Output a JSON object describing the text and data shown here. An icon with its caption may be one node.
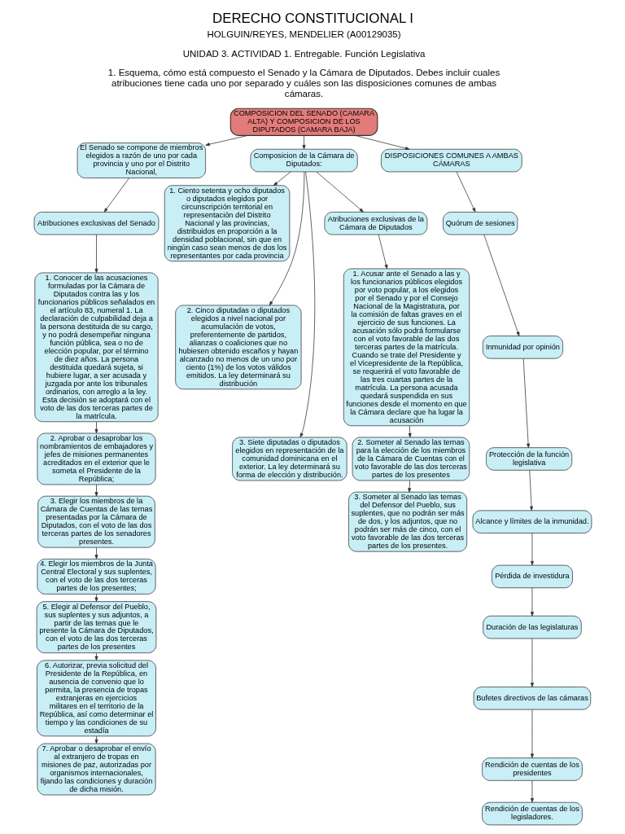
{
  "diagram": {
    "title": "DERECHO CONSTITUCIONAL I",
    "nodes": [
      {
        "text": [
          "COMPOSICION DEL SENADO (CAMARA ALTA) Y COMPOSICION DE LOS DIPUTADOS (CAMARA BAJA)"
        ]
      },
      {
        "text": [
          "El Senado se compone de miembros elegidos a razón de uno por cada provincia y uno por el Distrito Nacional,"
        ]
      },
      {
        "text": [
          "Atribuciones exclusivas del Senado"
        ]
      },
      {
        "text": [
          "1. Conocer de las acusaciones formuladas por la Cámara de Diputados contra las y los funcionarios públicos señalados en el artículo 83, numeral 1. La declaración de culpabilidad deja a la persona destituida de su cargo, y no podrá desempeñar ninguna función pública, sea o no de elección popular, por el término de diez años. La persona destituida quedará sujeta, si hubiere lugar, a ser acusada y juzgada por ante los tribunales ordinarios, con arreglo a la ley. Esta decisión se adoptará con el voto de las dos terceras partes de la matrícula."
        ]
      },
      {
        "text": [
          "2. Aprobar o desaprobar los nombramientos de embajadores y jefes de misiones permanentes acreditados en el exterior que le someta el Presidente de la República;"
        ]
      },
      {
        "text": [
          "3. Elegir los miembros de la Cámara de Cuentas de las ternas presentadas por la Cámara de Diputados, con el voto de las dos terceras partes de los senadores presentes."
        ]
      },
      {
        "text": [
          "4. Elegir los miembros de la Junta Central Electoral y sus suplentes, con el voto de las dos terceras partes de los presentes;"
        ]
      },
      {
        "text": [
          "5. Elegir al Defensor del Pueblo, sus suplentes y sus adjuntos, a partir de las ternas que le presente la Cámara de Diputados, con el voto de las dos terceras partes de los presentes"
        ]
      },
      {
        "text": [
          "6. Autorizar, previa solicitud del Presidente de la República, en ausencia de convenio que lo permita, la presencia de tropas extranjeras en ejercicios militares en el territorio de la República, así como determinar el tiempo y las condiciones de su estadía"
        ]
      },
      {
        "text": [
          "7. Aprobar o desaprobar el envío al extranjero de tropas en misiones de paz, autorizadas por organismos internacionales, fijando las condiciones y duración de dicha misión."
        ]
      },
      {
        "text": [
          "Composicion de la Cámara de Diputados:"
        ]
      },
      {
        "text": [
          "1. Ciento setenta y ocho diputados o diputados elegidos por circunscripción territorial en representación del Distrito Nacional y las provincias, distribuidos en proporción a la densidad poblacional, sin que en ningún caso sean menos de dos los representantes por cada provincia"
        ]
      },
      {
        "text": [
          "2. Cinco diputadas o diputados elegidos a nivel nacional por acumulación de votos, preferentemente de partidos, alianzas o coaliciones que no hubiesen obtenido escaños y hayan alcanzado no menos de un uno por ciento (1%) de los votos válidos emitidos. La ley determinará su distribución"
        ]
      },
      {
        "text": [
          "3. Siete diputadas o diputados elegidos en representación de la comunidad dominicana en el exterior. La ley determinará su forma de elección y distribución."
        ]
      },
      {
        "text": [
          "Atribuciones exclusivas de la Cámara de Diputados"
        ]
      },
      {
        "text": [
          "1. Acusar ante el Senado a las y los funcionarios públicos elegidos por voto popular, a los elegidos por el Senado y por el Consejo Nacional de la Magistratura, por la comisión de faltas graves en el ejercicio de sus funciones. La acusación sólo podrá formularse con el voto favorable de las dos terceras partes de la matrícula. Cuando se trate del Presidente y el Vicepresidente de la República, se requerirá el voto favorable de las tres cuartas partes de la matrícula. La persona acusada quedará suspendida en sus funciones desde el momento en que la Cámara declare que ha lugar la acusación"
        ]
      },
      {
        "text": [
          "2. Someter al Senado las ternas para la elección de los miembros de la Cámara de Cuentas con el voto favorable de las dos terceras partes de los presentes"
        ]
      },
      {
        "text": [
          "3. Someter al Senado las ternas del Defensor del Pueblo, sus suplentes, que no podrán ser más de dos, y los adjuntos, que no podrán ser más de cinco, con el voto favorable de las dos terceras partes de los presentes."
        ]
      },
      {
        "text": [
          "DISPOSICIONES COMUNES A AMBAS CÁMARAS"
        ]
      },
      {
        "text": [
          "Quórum de sesiones"
        ]
      },
      {
        "text": [
          "Inmunidad por opinión"
        ]
      },
      {
        "text": [
          "Protección de la función legislativa"
        ]
      },
      {
        "text": [
          "Alcance y límites de la inmunidad."
        ]
      },
      {
        "text": [
          "Pérdida de investidura"
        ]
      },
      {
        "text": [
          "Duración de las legislaturas"
        ]
      },
      {
        "text": [
          "Bufetes directivos de las cámaras"
        ]
      },
      {
        "text": [
          "Rendición de cuentas de los presidentes"
        ]
      },
      {
        "text": [
          "Rendición de cuentas de los legisladores."
        ]
      }
    ],
    "edges": [
      {
        "from": 0,
        "to": 1,
        "arrow": "to"
      },
      {
        "from": 1,
        "to": 2,
        "arrow": "to"
      },
      {
        "from": 2,
        "to": 3,
        "arrow": "to"
      },
      {
        "from": 3,
        "to": 4,
        "arrow": "to"
      },
      {
        "from": 4,
        "to": 5,
        "arrow": "to"
      },
      {
        "from": 5,
        "to": 6,
        "arrow": "to"
      },
      {
        "from": 6,
        "to": 7,
        "arrow": "to"
      },
      {
        "from": 7,
        "to": 8,
        "arrow": "to"
      },
      {
        "from": 8,
        "to": 9,
        "arrow": "to"
      },
      {
        "from": 0,
        "to": 10,
        "arrow": "to"
      },
      {
        "from": 10,
        "to": 11,
        "arrow": "to"
      },
      {
        "from": 10,
        "to": 12,
        "arrow": "to"
      },
      {
        "from": 10,
        "to": 13,
        "arrow": "to"
      },
      {
        "from": 10,
        "to": 14,
        "arrow": "to"
      },
      {
        "from": 14,
        "to": 15,
        "arrow": "to"
      },
      {
        "from": 15,
        "to": 16,
        "arrow": "to"
      },
      {
        "from": 16,
        "to": 17,
        "arrow": "to"
      },
      {
        "from": 0,
        "to": 18,
        "arrow": "to"
      },
      {
        "from": 18,
        "to": 19,
        "arrow": "to"
      },
      {
        "from": 19,
        "to": 20,
        "arrow": "to"
      },
      {
        "from": 20,
        "to": 21,
        "arrow": "to"
      },
      {
        "from": 21,
        "to": 22,
        "arrow": "to"
      },
      {
        "from": 22,
        "to": 23,
        "arrow": "to"
      },
      {
        "from": 23,
        "to": 24,
        "arrow": "to"
      },
      {
        "from": 24,
        "to": 25,
        "arrow": "to"
      },
      {
        "from": 25,
        "to": 26,
        "arrow": "to"
      },
      {
        "from": 26,
        "to": 27,
        "arrow": "to"
      }
    ],
    "labels": [
      "HOLGUIN/REYES, MENDELIER (A00129035)",
      "UNIDAD 3. ACTIVIDAD 1. Entregable. Función Legislativa",
      "1. Esquema, cómo está compuesto el Senado y la Cámara de Diputados. Debes incluir cuales atribuciones tiene cada uno por separado y cuáles son las disposiciones comunes de ambas cámaras."
    ]
  }
}
